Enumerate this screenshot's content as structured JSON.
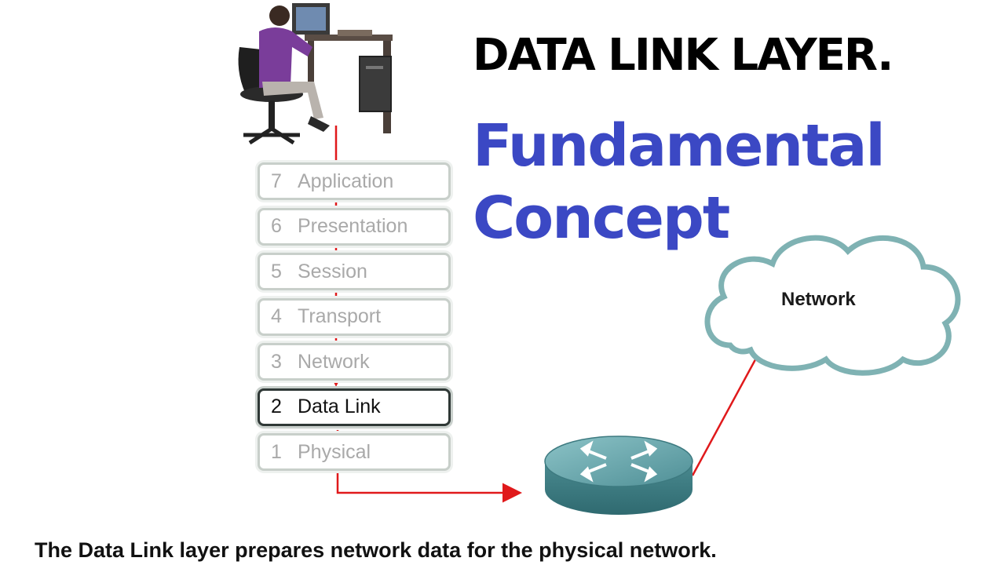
{
  "title": {
    "main": "DATA LINK LAYER.",
    "sub_line1": "Fundamental",
    "sub_line2": "Concept"
  },
  "osi_layers": [
    {
      "num": "7",
      "name": "Application",
      "active": false
    },
    {
      "num": "6",
      "name": "Presentation",
      "active": false
    },
    {
      "num": "5",
      "name": "Session",
      "active": false
    },
    {
      "num": "4",
      "name": "Transport",
      "active": false
    },
    {
      "num": "3",
      "name": "Network",
      "active": false
    },
    {
      "num": "2",
      "name": "Data Link",
      "active": true
    },
    {
      "num": "1",
      "name": "Physical",
      "active": false
    }
  ],
  "cloud": {
    "label": "Network"
  },
  "caption": "The Data Link layer prepares network data for the physical network.",
  "colors": {
    "title_sub": "#3b48c4",
    "arrow": "#e0191b",
    "router": "#5c9ea4",
    "cloud_stroke": "#7fb2b3"
  },
  "icons": [
    "person-at-computer-icon",
    "router-icon",
    "cloud-icon"
  ]
}
